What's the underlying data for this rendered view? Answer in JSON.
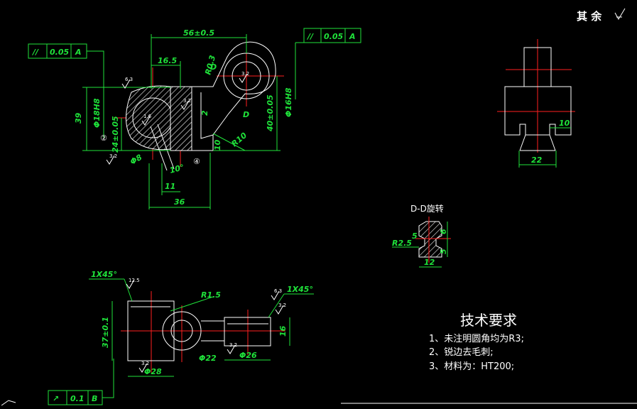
{
  "corner_note": "其 余",
  "main_view": {
    "dims": {
      "width_56": "56±0.5",
      "width_16": "16.5",
      "height_39": "39",
      "dia_18": "Φ18H8",
      "pos_24": "24±0.05",
      "pos_40": "40±0.05",
      "dia_16": "Φ16H8",
      "r10": "R10",
      "d10": "10",
      "d2": "2",
      "d11": "11",
      "d36": "36",
      "dia_8": "Φ8",
      "ang_10": "10°",
      "d_r03": "R0.3"
    },
    "section_marks": [
      "D",
      "D"
    ],
    "surface_marks": [
      "②",
      "④"
    ],
    "roughness": [
      "6.3",
      "3.2",
      "1.6",
      "3.2",
      "3.2"
    ]
  },
  "tolerance_frames": [
    {
      "symbol": "//",
      "value": "0.05",
      "datum": "A"
    },
    {
      "symbol": "//",
      "value": "0.05",
      "datum": "A"
    },
    {
      "symbol": "↗",
      "value": "0.1",
      "datum": "B"
    }
  ],
  "side_view": {
    "dims": {
      "d10": "10",
      "d22": "22"
    }
  },
  "section_view": {
    "title": "D-D旋转",
    "dims": {
      "r25": "R2.5",
      "d5": "5",
      "d6": "6",
      "d5b": "5",
      "d12": "12"
    }
  },
  "bottom_view": {
    "dims": {
      "chamfer_left": "1X45°",
      "chamfer_right": "1X45°",
      "r15": "R1.5",
      "h37": "37±0.1",
      "dia_28": "Φ28",
      "dia_22": "Φ22",
      "dia_26": "Φ26",
      "d16": "16"
    },
    "roughness": [
      "12.5",
      "6.3",
      "3.2",
      "3.2",
      "3.2"
    ]
  },
  "tech_requirements": {
    "title": "技术要求",
    "items": [
      "1、未注明圆角均为R3;",
      "2、锐边去毛刺;",
      "3、材料为：HT200;"
    ]
  }
}
